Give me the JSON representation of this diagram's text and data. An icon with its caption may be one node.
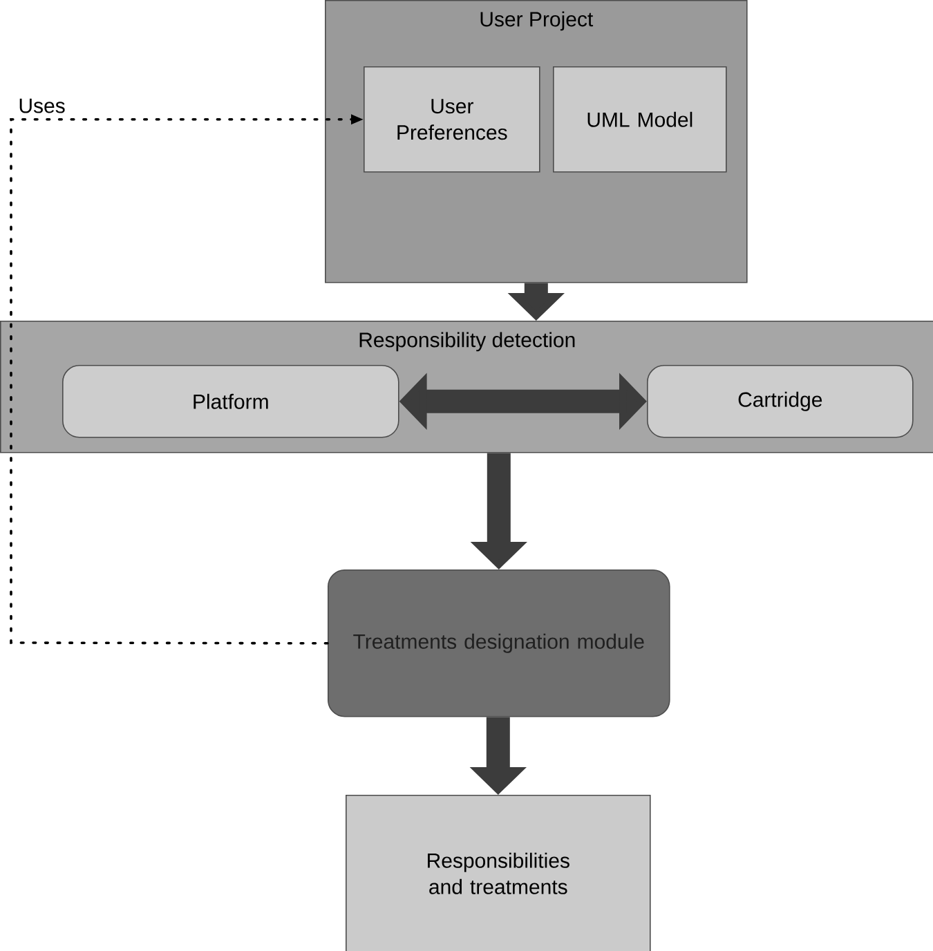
{
  "diagram": {
    "nodes": [
      {
        "text": [
          "User Project"
        ]
      },
      {
        "text": [
          "User Preferences"
        ],
        "in": 0
      },
      {
        "text": [
          "UML Model"
        ],
        "in": 0
      },
      {
        "text": [
          "Responsibility detection"
        ]
      },
      {
        "text": [
          "Platform"
        ],
        "in": 3
      },
      {
        "text": [
          "Cartridge"
        ],
        "in": 3
      },
      {
        "text": [
          "Treatments designation module"
        ]
      },
      {
        "text": [
          "Responsibilities and treatments"
        ]
      }
    ],
    "edges": [
      {
        "from": 0,
        "to": 3,
        "arrow": "to"
      },
      {
        "from": 4,
        "to": 5,
        "arrow": "both"
      },
      {
        "from": 3,
        "to": 6,
        "arrow": "to"
      },
      {
        "from": 6,
        "to": 7,
        "arrow": "to"
      },
      {
        "from": 6,
        "to": 1,
        "arrow": "to",
        "style": "dashed",
        "color": "#000000",
        "label": "Uses"
      }
    ]
  }
}
